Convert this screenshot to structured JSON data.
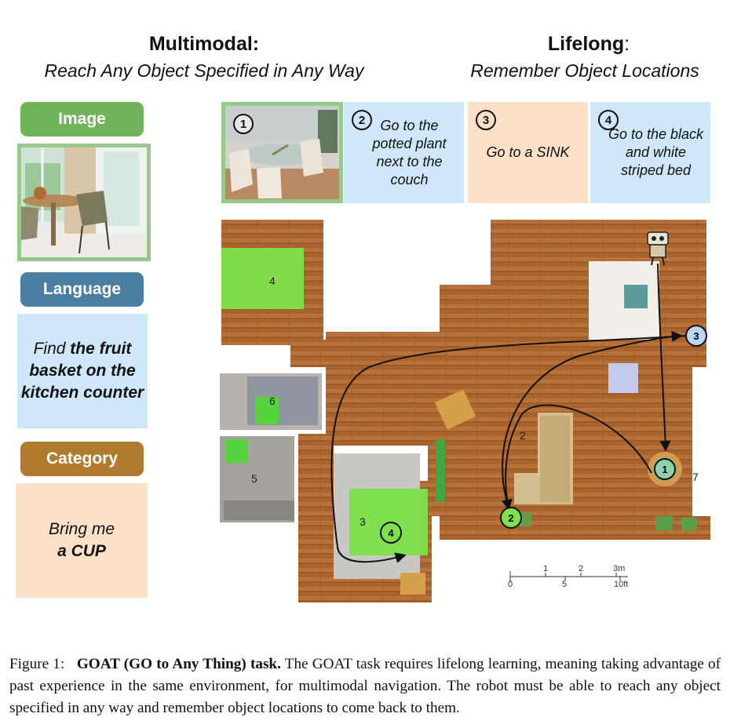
{
  "header": {
    "multimodal_title": "Multimodal:",
    "multimodal_subtitle": "Reach Any Object Specified in Any Way",
    "lifelong_title": "Lifelong",
    "lifelong_colon": ":",
    "lifelong_subtitle": "Remember Object Locations"
  },
  "modalities": {
    "image_label": "Image",
    "language_label": "Language",
    "language_prefix": "Find ",
    "language_bold": "the fruit basket on the kitchen counter",
    "category_label": "Category",
    "category_prefix": "Bring me",
    "category_bold": "a CUP"
  },
  "goals": [
    {
      "num": "1",
      "text": ""
    },
    {
      "num": "2",
      "text": "Go to the potted plant next to the couch"
    },
    {
      "num": "3",
      "text": "Go to a SINK"
    },
    {
      "num": "4",
      "text": "Go to the black and white striped bed"
    }
  ],
  "map": {
    "room_labels": [
      "4",
      "6",
      "5",
      "3",
      "2",
      "7"
    ],
    "goal_markers": [
      "1",
      "2",
      "3",
      "4"
    ],
    "scale_top": [
      "1",
      "2",
      "3m"
    ],
    "scale_bottom": [
      "0",
      "5",
      "10ft"
    ]
  },
  "caption": {
    "label": "Figure 1:",
    "bold": "GOAT (GO to Any Thing) task.",
    "text": " The GOAT task requires lifelong learning, meaning taking advantage of past experience in the same environment, for multimodal navigation. The robot must be able to reach any object specified in any way and remember object locations to come back to them."
  },
  "colors": {
    "image_green": "#6fb35a",
    "language_blue": "#4a7fa3",
    "category_brown": "#b07a2f",
    "light_blue": "#cfe8f9",
    "light_peach": "#fce0c8",
    "highlight_green": "#7ee04a"
  }
}
